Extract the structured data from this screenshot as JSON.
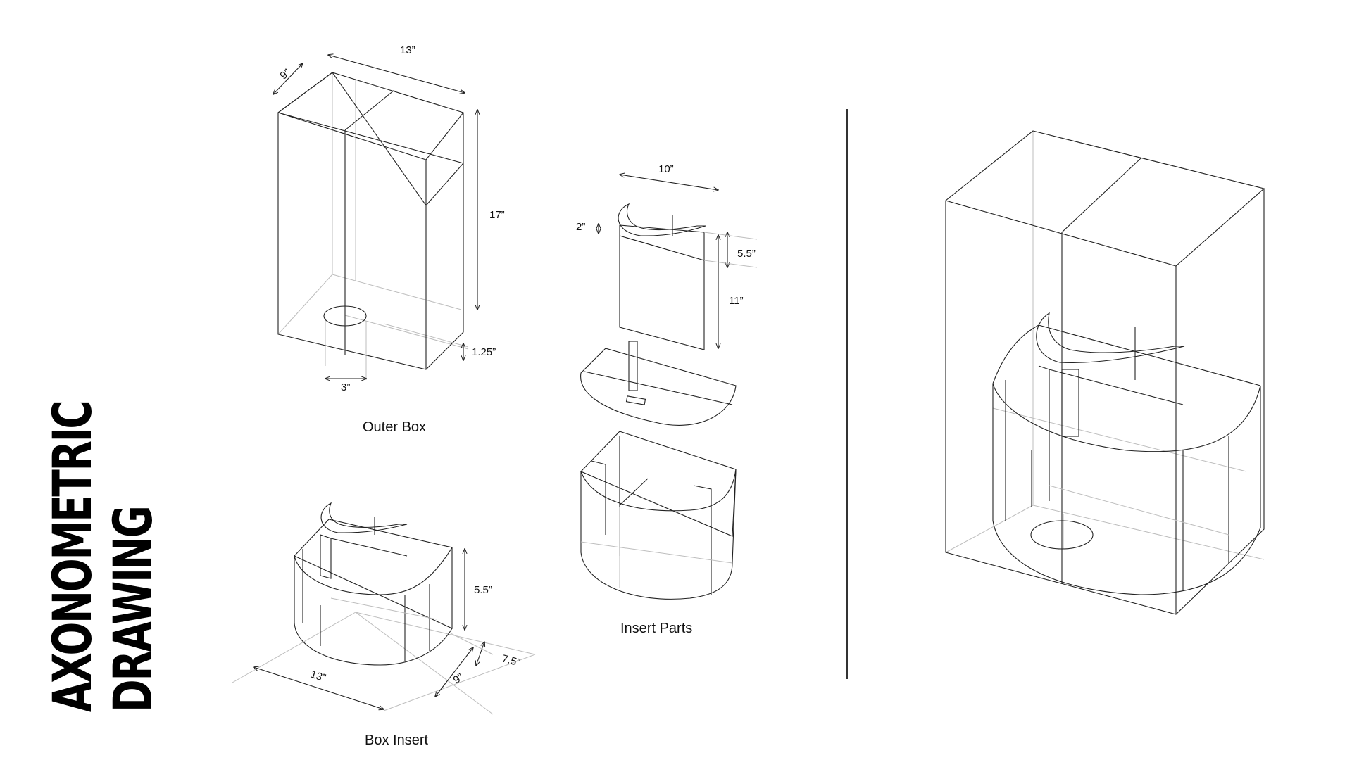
{
  "title": {
    "line1": "AXONOMETRIC",
    "line2": "DRAWING"
  },
  "captions": {
    "outer_box": "Outer Box",
    "insert_parts": "Insert Parts",
    "box_insert": "Box Insert"
  },
  "dimensions": {
    "outer_box": {
      "width": "13”",
      "depth": "9”",
      "height": "17”",
      "base": "1.25”",
      "hole": "3”"
    },
    "insert_parts": {
      "width": "10”",
      "swoosh": "2”",
      "upper": "5.5”",
      "panel": "11”"
    },
    "box_insert": {
      "height": "5.5”",
      "inner": "7.5”",
      "depth": "9”",
      "width": "13”"
    }
  },
  "colors": {
    "line": "#222222",
    "hidden_line": "#bdbdbd",
    "background": "#ffffff"
  }
}
